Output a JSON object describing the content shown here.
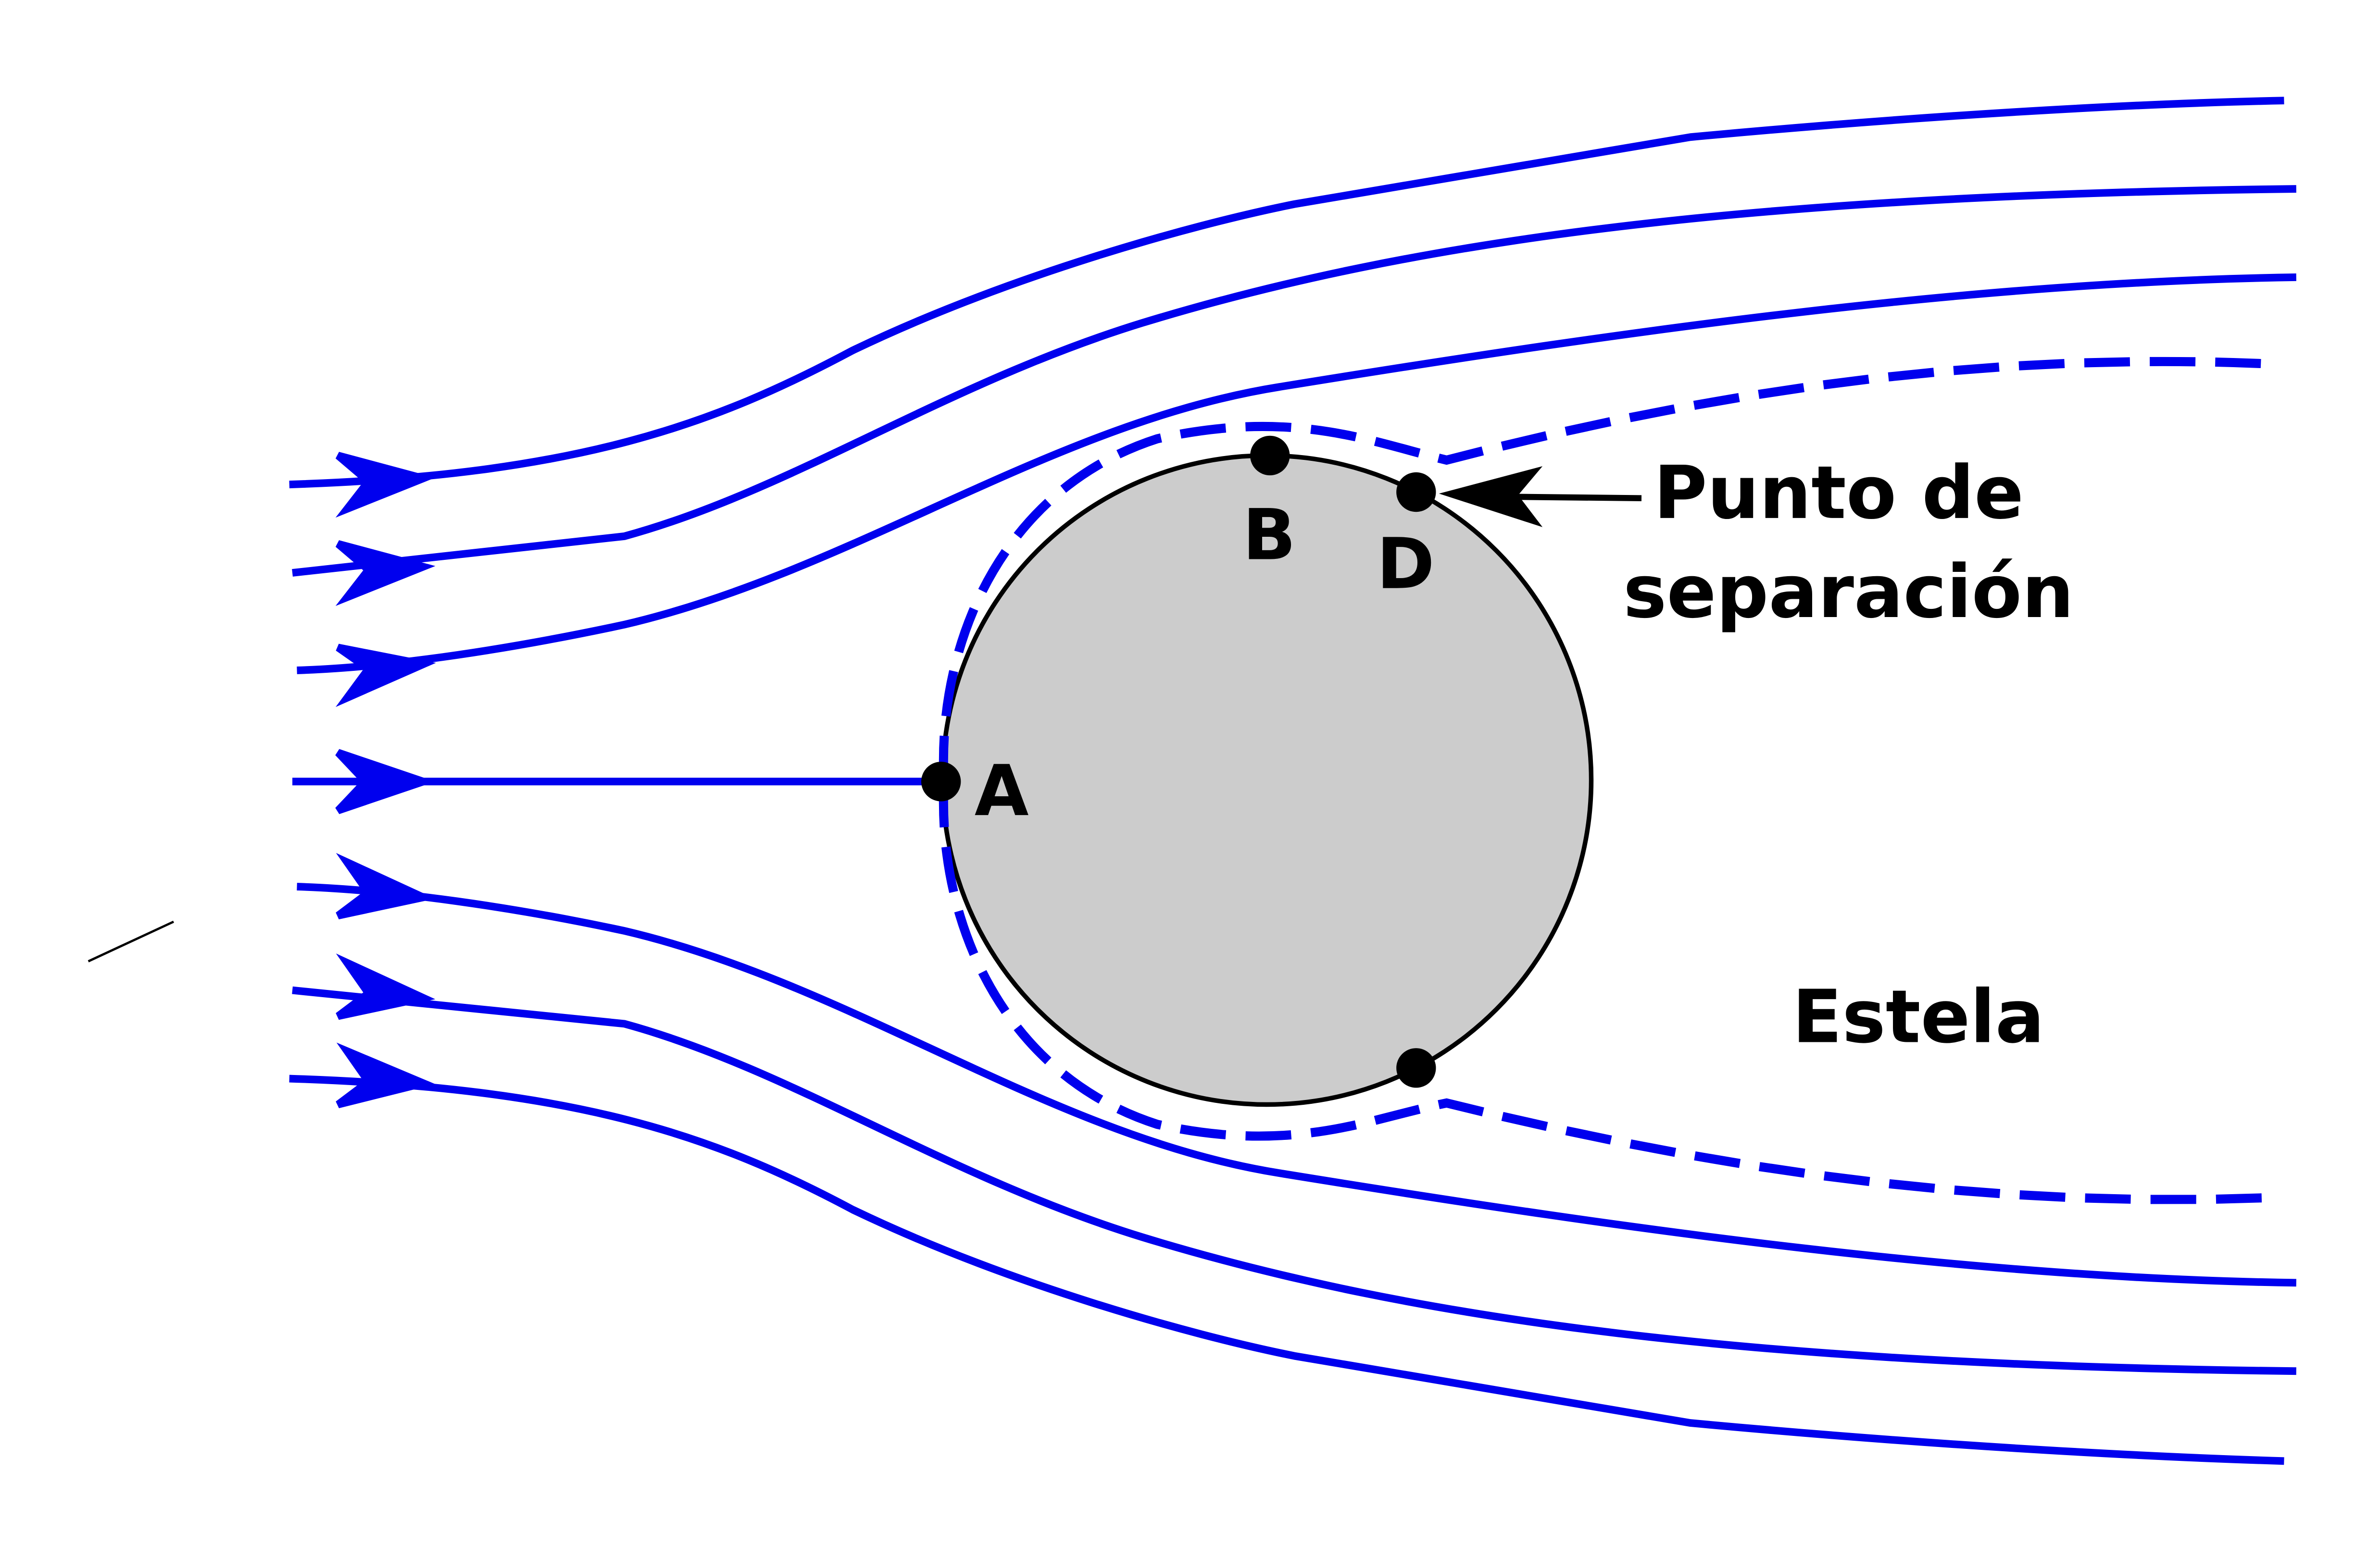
{
  "labels": {
    "point_a": "A",
    "point_b": "B",
    "point_d": "D",
    "separation_line1": "Punto de",
    "separation_line2": "separación",
    "wake": "Estela"
  },
  "colors": {
    "streamline": "#0000ee",
    "cylinder_fill": "#cccccc",
    "outline": "#000000",
    "background": "#ffffff"
  }
}
